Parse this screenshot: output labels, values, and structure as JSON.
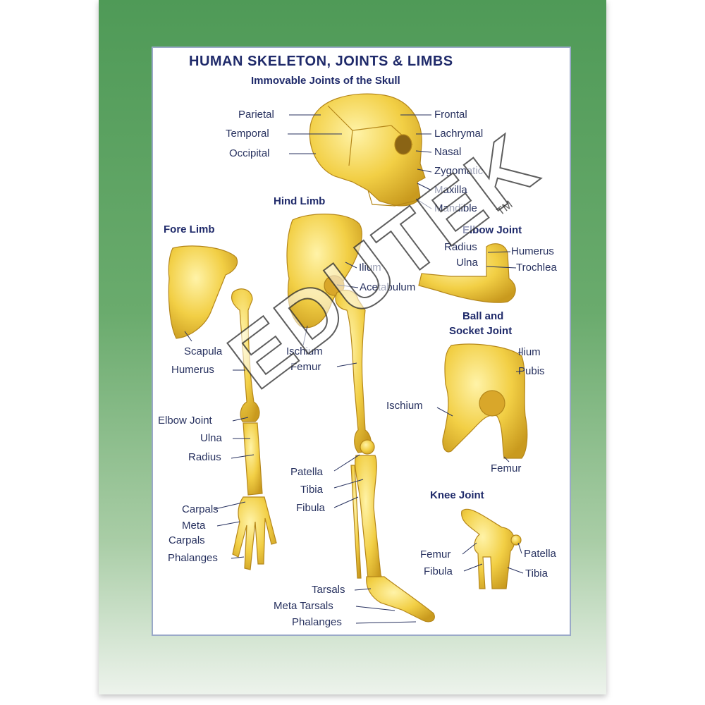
{
  "title": "HUMAN SKELETON, JOINTS & LIMBS",
  "subtitle": "Immovable Joints of the Skull",
  "sections": {
    "hind_limb": "Hind Limb",
    "fore_limb": "Fore Limb",
    "elbow_joint": "Elbow Joint",
    "ball_socket_1": "Ball and",
    "ball_socket_2": "Socket Joint",
    "knee_joint": "Knee Joint"
  },
  "skull": {
    "left": [
      "Parietal",
      "Temporal",
      "Occipital"
    ],
    "right": [
      "Frontal",
      "Lachrymal",
      "Nasal",
      "Zygomatic",
      "Maxilla",
      "Mandible"
    ]
  },
  "hind_labels": {
    "ilium": "Ilium",
    "acetabulum": "Acetabulum",
    "ischium": "Ischium",
    "femur": "Femur",
    "patella": "Patella",
    "tibia": "Tibia",
    "fibula": "Fibula",
    "tarsals": "Tarsals",
    "meta_tarsals": "Meta Tarsals",
    "phalanges": "Phalanges"
  },
  "fore_labels": {
    "scapula": "Scapula",
    "humerus": "Humerus",
    "elbow_joint": "Elbow Joint",
    "ulna": "Ulna",
    "radius": "Radius",
    "carpals": "Carpals",
    "meta": "Meta",
    "carpals2": "Carpals",
    "phalanges": "Phalanges"
  },
  "elbow_labels": {
    "radius": "Radius",
    "ulna": "Ulna",
    "humerus": "Humerus",
    "trochlea": "Trochlea"
  },
  "ball_labels": {
    "ilium": "Ilium",
    "pubis": "Pubis",
    "ischium": "Ischium",
    "femur": "Femur"
  },
  "knee_labels": {
    "femur": "Femur",
    "fibula": "Fibula",
    "patella": "Patella",
    "tibia": "Tibia"
  },
  "watermark": "EDUTEK",
  "trademark": "TM",
  "colors": {
    "bone": "#f2cf45",
    "bone_shadow": "#c99a1e",
    "label": "#27315f",
    "board_green": "#4f9a57"
  }
}
